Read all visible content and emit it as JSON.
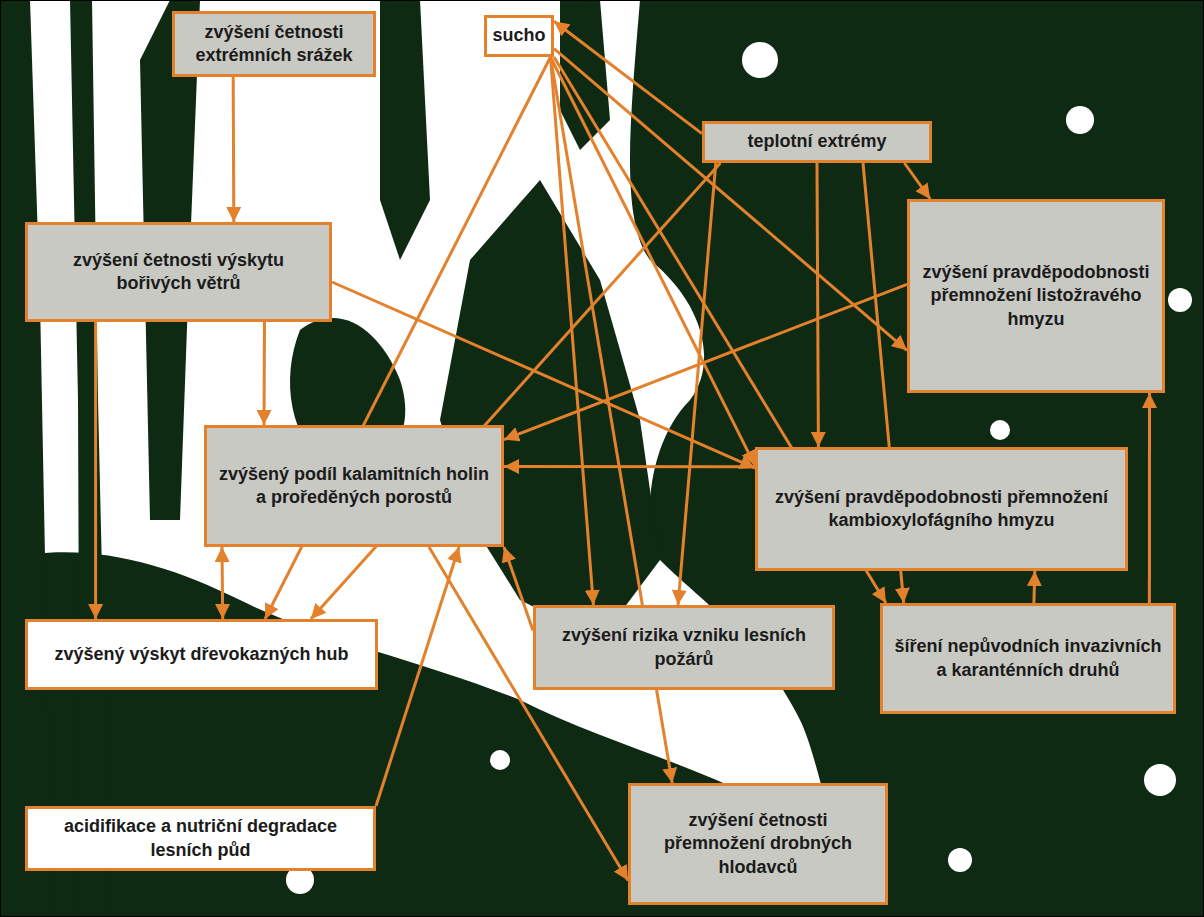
{
  "diagram": {
    "nodes": [
      {
        "text": [
          "zvýšení četnosti extrémních srážek"
        ]
      },
      {
        "text": [
          "sucho"
        ]
      },
      {
        "text": [
          "teplotní extrémy"
        ]
      },
      {
        "text": [
          "zvýšení četnosti výskytu bořivých větrů"
        ]
      },
      {
        "text": [
          "zvýšení pravděpodobnosti přemnožení listožravého hmyzu"
        ]
      },
      {
        "text": [
          "zvýšený podíl kalamitních holin a proředěných porostů"
        ]
      },
      {
        "text": [
          "zvýšení pravděpodobnosti přemnožení kambioxylofágního hmyzu"
        ]
      },
      {
        "text": [
          "zvýšený výskyt dřevokazných hub"
        ]
      },
      {
        "text": [
          "zvýšení rizika vzniku lesních požárů"
        ]
      },
      {
        "text": [
          "šíření nepůvodních invazivních a karanténních druhů"
        ]
      },
      {
        "text": [
          "acidifikace a nutriční degradace lesních půd"
        ]
      },
      {
        "text": [
          "zvýšení četnosti přemnožení drobných hlodavců"
        ]
      }
    ],
    "edges": [
      {
        "from": 0,
        "to": 3,
        "arrow": "to"
      },
      {
        "from": 2,
        "to": 1,
        "arrow": "to"
      },
      {
        "from": 3,
        "to": 7,
        "arrow": "to"
      },
      {
        "from": 3,
        "to": 5,
        "arrow": "to"
      },
      {
        "from": 3,
        "to": 6,
        "arrow": "to"
      },
      {
        "from": 1,
        "to": 7,
        "arrow": "to"
      },
      {
        "from": 2,
        "to": 7,
        "arrow": "to"
      },
      {
        "from": 1,
        "to": 8,
        "arrow": "to"
      },
      {
        "from": 1,
        "to": 11,
        "arrow": "to"
      },
      {
        "from": 1,
        "to": 6,
        "arrow": "to"
      },
      {
        "from": 1,
        "to": 4,
        "arrow": "to"
      },
      {
        "from": 1,
        "to": 9,
        "arrow": "to"
      },
      {
        "from": 2,
        "to": 4,
        "arrow": "to"
      },
      {
        "from": 2,
        "to": 6,
        "arrow": "to"
      },
      {
        "from": 2,
        "to": 9,
        "arrow": "to"
      },
      {
        "from": 2,
        "to": 8,
        "arrow": "to"
      },
      {
        "from": 4,
        "to": 5,
        "arrow": "to"
      },
      {
        "from": 6,
        "to": 5,
        "arrow": "to"
      },
      {
        "from": 8,
        "to": 5,
        "arrow": "to"
      },
      {
        "from": 7,
        "to": 5,
        "arrow": "both"
      },
      {
        "from": 10,
        "to": 5,
        "arrow": "to"
      },
      {
        "from": 5,
        "to": 11,
        "arrow": "to"
      },
      {
        "from": 9,
        "to": 6,
        "arrow": "to"
      },
      {
        "from": 9,
        "to": 4,
        "arrow": "to"
      }
    ]
  }
}
